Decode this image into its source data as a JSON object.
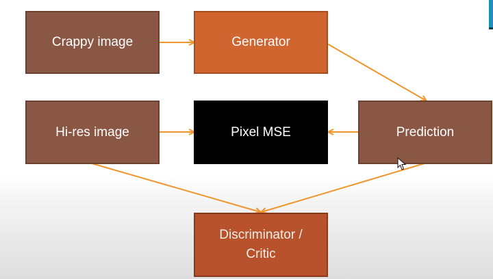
{
  "nodes": {
    "crappy": {
      "label": "Crappy image"
    },
    "generator": {
      "label": "Generator"
    },
    "hires": {
      "label": "Hi-res image"
    },
    "mse": {
      "label": "Pixel MSE"
    },
    "prediction": {
      "label": "Prediction"
    },
    "critic": {
      "label": "Discriminator /\nCritic"
    }
  },
  "colors": {
    "arrow": "#f0952a",
    "brown_box": "#8b5745",
    "generator_box": "#d06530",
    "mse_box": "#000000",
    "critic_box": "#b7522c"
  },
  "edges": [
    {
      "from": "Crappy image",
      "to": "Generator"
    },
    {
      "from": "Generator",
      "to": "Prediction"
    },
    {
      "from": "Hi-res image",
      "to": "Pixel MSE"
    },
    {
      "from": "Prediction",
      "to": "Pixel MSE"
    },
    {
      "from": "Hi-res image",
      "to": "Discriminator / Critic"
    },
    {
      "from": "Prediction",
      "to": "Discriminator / Critic"
    }
  ]
}
